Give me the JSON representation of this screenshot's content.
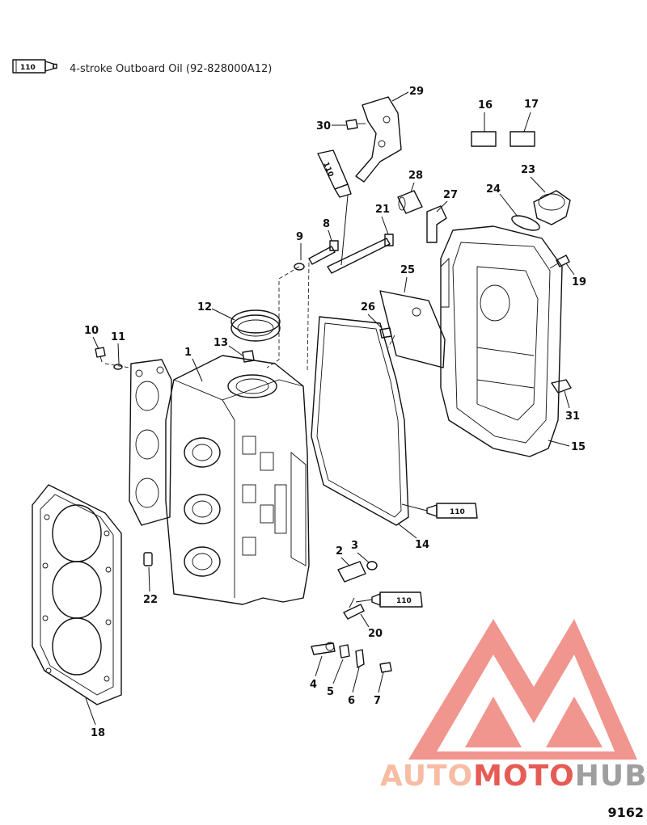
{
  "legend": {
    "tube_label": "110",
    "text": "4-stroke Outboard Oil (92-828000A12)"
  },
  "tube_labels": {
    "t21": "110",
    "t14": "110",
    "t20": "110"
  },
  "callouts": {
    "c1": "1",
    "c2": "2",
    "c3": "3",
    "c4": "4",
    "c5": "5",
    "c6": "6",
    "c7": "7",
    "c8": "8",
    "c9": "9",
    "c10": "10",
    "c11": "11",
    "c12": "12",
    "c13": "13",
    "c14": "14",
    "c15": "15",
    "c16": "16",
    "c17": "17",
    "c18": "18",
    "c19": "19",
    "c20": "20",
    "c21": "21",
    "c22": "22",
    "c23": "23",
    "c24": "24",
    "c25": "25",
    "c26": "26",
    "c27": "27",
    "c28": "28",
    "c29": "29",
    "c30": "30",
    "c31": "31"
  },
  "watermark": {
    "part1": "AUTO",
    "part2": "MOTO",
    "part3": "HUB",
    "color_light": "#f7b9a0",
    "color_red": "#e5534b",
    "color_gray": "#9a9a9a"
  },
  "figure_number": "9162"
}
